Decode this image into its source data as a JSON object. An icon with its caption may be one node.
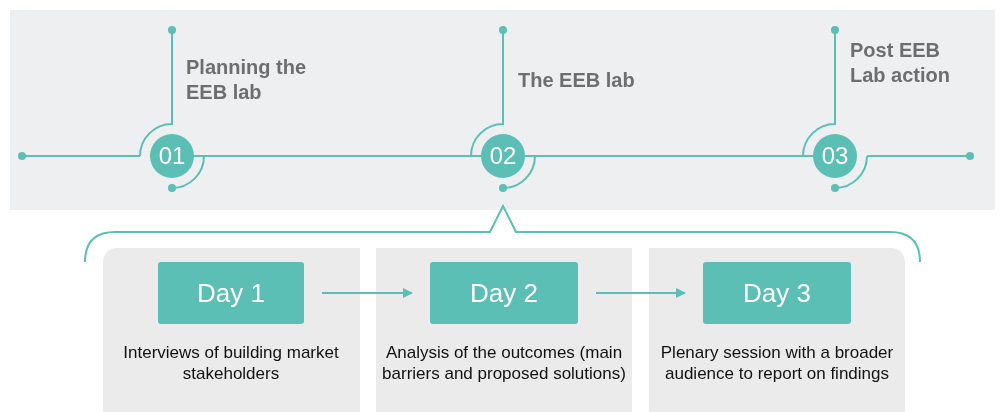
{
  "diagram": {
    "nodes": [
      {
        "text": [
          "01"
        ],
        "beside": [
          "Planning the EEB lab"
        ]
      },
      {
        "text": [
          "02"
        ],
        "beside": [
          "The EEB lab"
        ]
      },
      {
        "text": [
          "03"
        ],
        "beside": [
          "Post EEB Lab action"
        ]
      },
      {
        "text": [
          "Day 1"
        ],
        "beside": [
          "Interviews of building market stakeholders"
        ]
      },
      {
        "text": [
          "Day 2"
        ],
        "beside": [
          "Analysis of the outcomes (main barriers and proposed solutions)"
        ]
      },
      {
        "text": [
          "Day 3"
        ],
        "beside": [
          "Plenary session with a broader audience to report on findings"
        ]
      }
    ],
    "edges": [
      {
        "from": 0,
        "to": 1,
        "arrow": "none"
      },
      {
        "from": 1,
        "to": 2,
        "arrow": "none"
      },
      {
        "from": 3,
        "to": 4,
        "arrow": "to"
      },
      {
        "from": 4,
        "to": 5,
        "arrow": "to"
      }
    ]
  }
}
